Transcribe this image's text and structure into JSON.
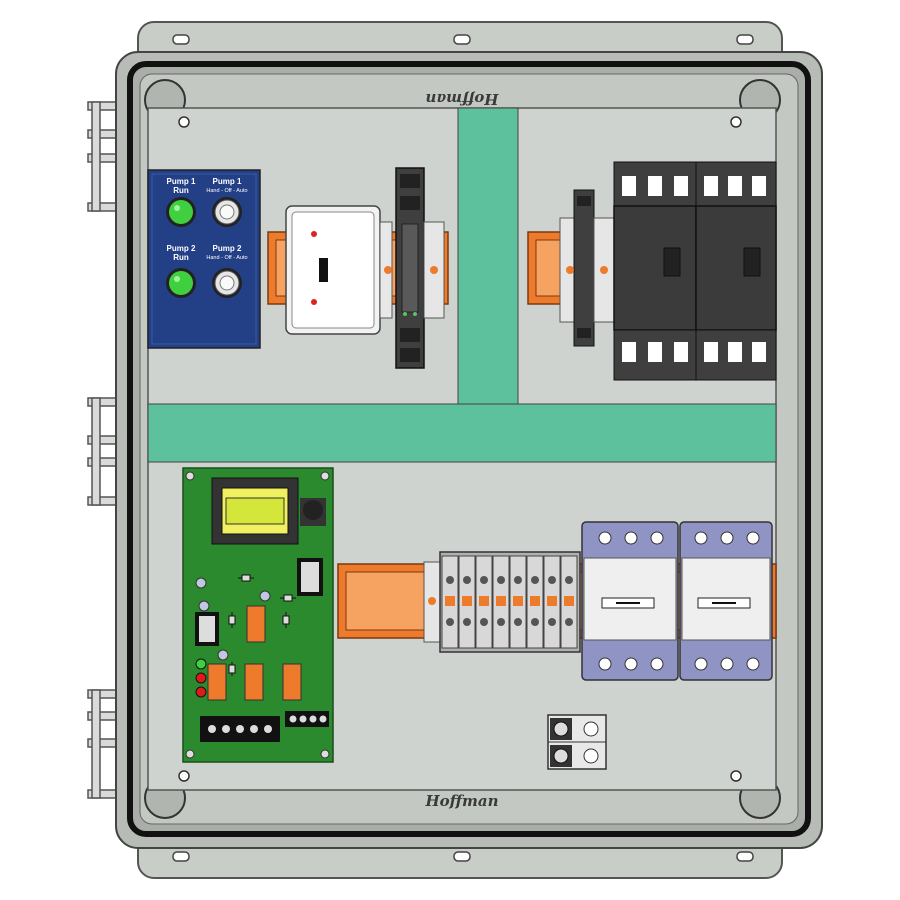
{
  "enclosure": {
    "brand_top": "Hoffman",
    "brand_bottom": "Hoffman",
    "colors": {
      "flange": "#c9cdc8",
      "body": "#b7bdb6",
      "backpanel": "#cfd3cf",
      "wire_duct": "#5ec19d",
      "din_rail": "#ee7a2b",
      "module_dark": "#3f3f3f",
      "pcb": "#2c8a2e",
      "operator_panel": "#233f86"
    }
  },
  "operator_panel": {
    "pump1_run_line1": "Pump 1",
    "pump1_run_line2": "Run",
    "pump1_hoa_line1": "Pump 1",
    "pump1_hoa_line2": "Hand - Off - Auto",
    "pump2_run_line1": "Pump 2",
    "pump2_run_line2": "Run",
    "pump2_hoa_line1": "Pump 2",
    "pump2_hoa_line2": "Hand - Off - Auto",
    "pilot_light_color": "#3fcf3f",
    "selector_icon": "three-position-selector-switch-icon"
  }
}
